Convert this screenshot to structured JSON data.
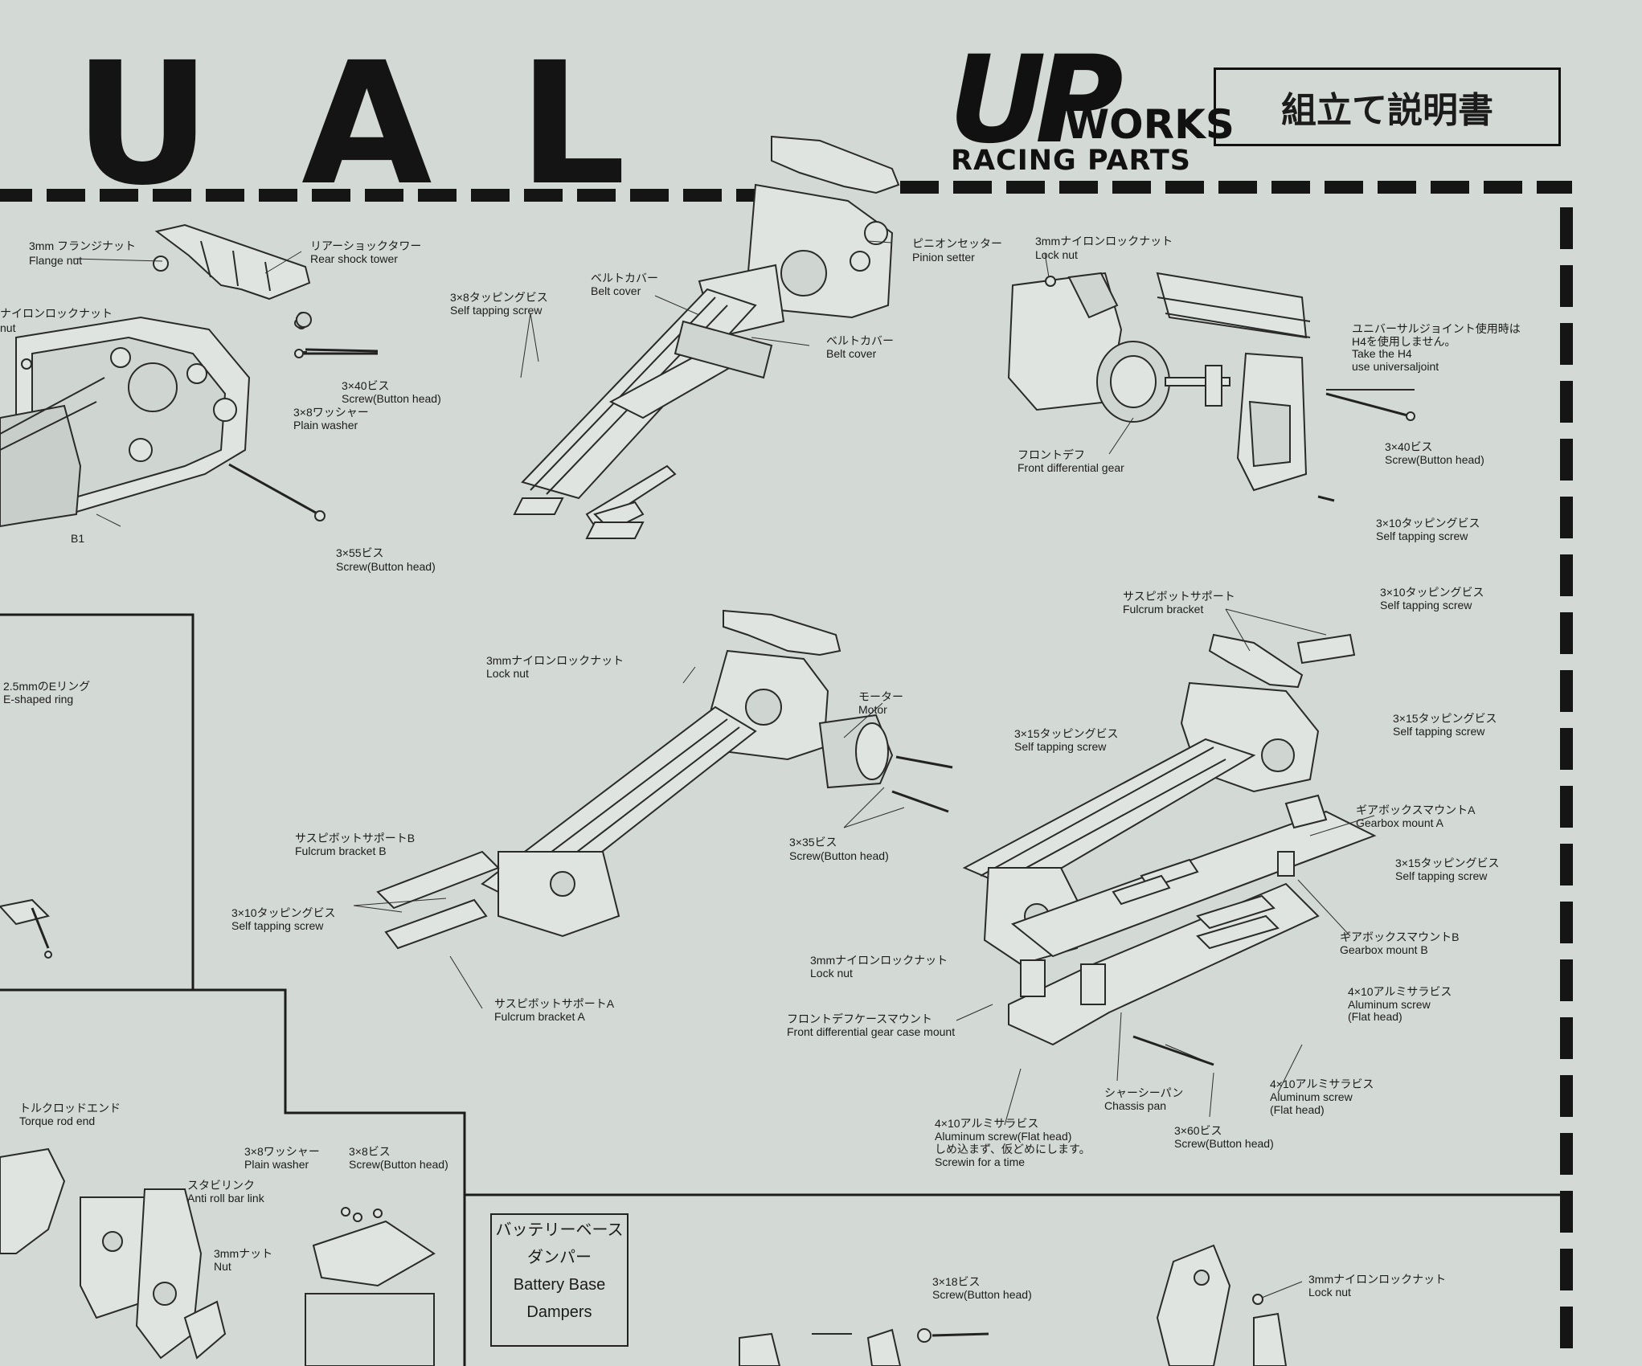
{
  "header": {
    "title_letters": [
      "U",
      "A",
      "L"
    ],
    "jp_title": "組立て説明書"
  },
  "logo": {
    "up": "UP",
    "works": "WORKS",
    "racing_parts": "RACING PARTS"
  },
  "labels": {
    "flange_nut_jp": "3mm フランジナット",
    "flange_nut_en": "Flange nut",
    "rear_shock_tower_jp": "リアーショックタワー",
    "rear_shock_tower_en": "Rear shock tower",
    "nylon_lock_nut_partial_jp": "ナイロンロックナット",
    "nylon_lock_nut_partial_en": "nut",
    "screw_3x40_jp": "3×40ビス",
    "screw_3x40_en": "Screw(Button head)",
    "washer_3x8_jp": "3×8ワッシャー",
    "washer_3x8_en": "Plain washer",
    "b1": "B1",
    "screw_3x55_jp": "3×55ビス",
    "screw_3x55_en": "Screw(Button head)",
    "tapping_3x8_jp": "3×8タッピングビス",
    "tapping_3x8_en": "Self tapping screw",
    "belt_cover_top_jp": "ベルトカバー",
    "belt_cover_top_en": "Belt cover",
    "belt_cover_mid_jp": "ベルトカバー",
    "belt_cover_mid_en": "Belt cover",
    "pinion_setter_jp": "ピニオンセッター",
    "pinion_setter_en": "Pinion setter",
    "lock_nut_top_jp": "3mmナイロンロックナット",
    "lock_nut_top_en": "Lock nut",
    "universal_jp_1": "ユニバーサルジョイント使用時は",
    "universal_jp_2": "H4を使用しません。",
    "universal_en_1": "Take the H4",
    "universal_en_2": "use universaljoint",
    "front_diff_jp": "フロントデフ",
    "front_diff_en": "Front differential gear",
    "screw_3x40_right_jp": "3×40ビス",
    "screw_3x40_right_en": "Screw(Button head)",
    "tapping_3x10_top_jp": "3×10タッピングビス",
    "tapping_3x10_top_en": "Self tapping screw",
    "e_ring_jp": "2.5mmのEリング",
    "e_ring_en": "E-shaped ring",
    "lock_nut_mid_jp": "3mmナイロンロックナット",
    "lock_nut_mid_en": "Lock nut",
    "motor_jp": "モーター",
    "motor_en": "Motor",
    "screw_3x35_jp": "3×35ビス",
    "screw_3x35_en": "Screw(Button head)",
    "fulcrum_b_jp": "サスピボットサポートB",
    "fulcrum_b_en": "Fulcrum bracket B",
    "tapping_3x10_left_jp": "3×10タッピングビス",
    "tapping_3x10_left_en": "Self tapping screw",
    "fulcrum_a_jp": "サスピボットサポートA",
    "fulcrum_a_en": "Fulcrum bracket A",
    "fulcrum_jp": "サスピボットサポート",
    "fulcrum_en": "Fulcrum bracket",
    "tapping_3x10_r_jp": "3×10タッピングビス",
    "tapping_3x10_r_en": "Self tapping screw",
    "tapping_3x15_a_jp": "3×15タッピングビス",
    "tapping_3x15_a_en": "Self tapping screw",
    "tapping_3x15_b_jp": "3×15タッピングビス",
    "tapping_3x15_b_en": "Self tapping screw",
    "gearbox_a_jp": "ギアボックスマウントA",
    "gearbox_a_en": "Gearbox mount A",
    "tapping_3x15_c_jp": "3×15タッピングビス",
    "tapping_3x15_c_en": "Self tapping screw",
    "gearbox_b_jp": "ギアボックスマウントB",
    "gearbox_b_en": "Gearbox mount B",
    "lock_nut_low_jp": "3mmナイロンロックナット",
    "lock_nut_low_en": "Lock nut",
    "al_screw_4x10_a_jp": "4×10アルミサラビス",
    "al_screw_4x10_a_en1": "Aluminum screw",
    "al_screw_4x10_a_en2": "(Flat head)",
    "front_diff_mount_jp": "フロントデフケースマウント",
    "front_diff_mount_en": "Front differential gear case mount",
    "al_screw_4x10_b_jp": "4×10アルミサラビス",
    "al_screw_4x10_b_en1": "Aluminum screw",
    "al_screw_4x10_b_en2": "(Flat head)",
    "chassis_pan_jp": "シャーシーパン",
    "chassis_pan_en": "Chassis pan",
    "al_screw_4x10_c_jp": "4×10アルミサラビス",
    "al_screw_4x10_c_en": "Aluminum screw(Flat head)",
    "al_screw_4x10_c_note_jp": "しめ込まず、仮どめにします。",
    "al_screw_4x10_c_note_en": "Screwin for a time",
    "screw_3x60_jp": "3×60ビス",
    "screw_3x60_en": "Screw(Button head)",
    "torque_rod_jp": "トルクロッドエンド",
    "torque_rod_en": "Torque rod end",
    "anti_roll_jp": "スタビリンク",
    "anti_roll_en": "Anti roll bar link",
    "nut_3mm_jp": "3mmナット",
    "nut_3mm_en": "Nut",
    "washer_3x8_low_jp": "3×8ワッシャー",
    "washer_3x8_low_en": "Plain washer",
    "screw_3x8_jp": "3×8ビス",
    "screw_3x8_en": "Screw(Button head)",
    "screw_3x18_jp": "3×18ビス",
    "screw_3x18_en": "Screw(Button head)",
    "lock_nut_bottom_jp": "3mmナイロンロックナット",
    "lock_nut_bottom_en": "Lock nut"
  },
  "dampers_box": {
    "line1": "バッテリーベース",
    "line2": "ダンパー",
    "line3": "Battery Base",
    "line4": "Dampers"
  }
}
